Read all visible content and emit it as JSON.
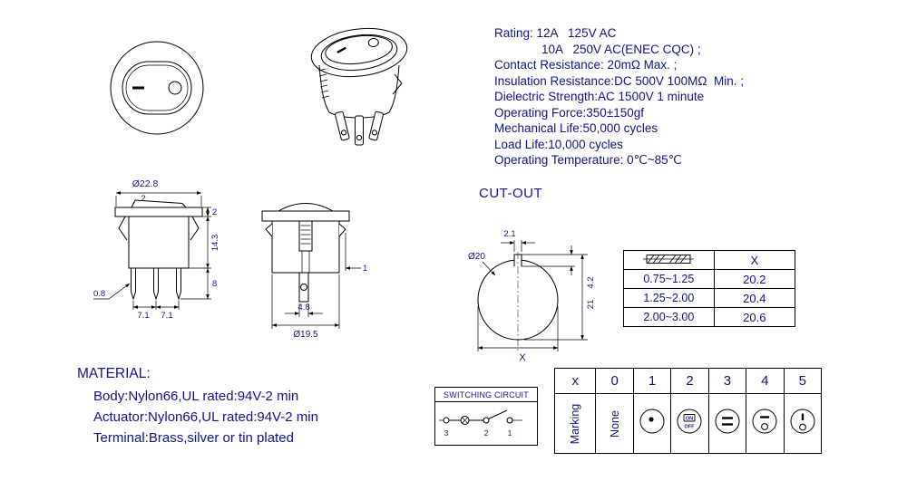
{
  "colors": {
    "text": "#14148c",
    "line": "#000000"
  },
  "ratings": {
    "lines": [
      "Rating: 12A   125V AC",
      "10A   250V AC(ENEC CQC) ;",
      "Contact Resistance: 20mΩ Max. ;",
      "Insulation Resistance:DC 500V 100MΩ  Min. ;",
      "Dielectric Strength:AC 1500V 1 minute",
      "Operating Force:350±150gf",
      "Mechanical Life:50,000 cycles",
      "Load Life:10,000 cycles",
      "Operating Temperature: 0℃~85℃"
    ]
  },
  "side_view": {
    "dia": "Ø22.8",
    "rocker_height": "2",
    "flange_height": "2",
    "body_height": "14.3",
    "terminal_length": "8",
    "terminal_thickness": "0.8",
    "pitch_left": "7.1",
    "pitch_right": "7.1"
  },
  "front_view": {
    "clip": "1",
    "terminal_width": "4.8",
    "body_dia": "Ø19.5"
  },
  "cutout": {
    "title": "CUT-OUT",
    "dia": "Ø20",
    "notch_width": "2.1",
    "notch_depth": "4.2",
    "total_height": "21",
    "x_label": "X"
  },
  "cutout_table": {
    "col2_header": "X",
    "rows": [
      [
        "0.75~1.25",
        "20.2"
      ],
      [
        "1.25~2.00",
        "20.4"
      ],
      [
        "2.00~3.00",
        "20.6"
      ]
    ]
  },
  "material": {
    "title": "MATERIAL:",
    "lines": [
      "Body:Nylon66,UL rated:94V-2 min",
      "Actuator:Nylon66,UL rated:94V-2 min",
      "Terminal:Brass,silver or tin plated"
    ]
  },
  "switching_circuit": {
    "title": "SWITCHING CIRCUIT",
    "t3": "3",
    "t2": "2",
    "t1": "1"
  },
  "marking_table": {
    "corner": "x",
    "cols": [
      "0",
      "1",
      "2",
      "3",
      "4",
      "5"
    ],
    "row_label": "Marking",
    "none": "None",
    "on": "ON",
    "off": "OFF"
  }
}
